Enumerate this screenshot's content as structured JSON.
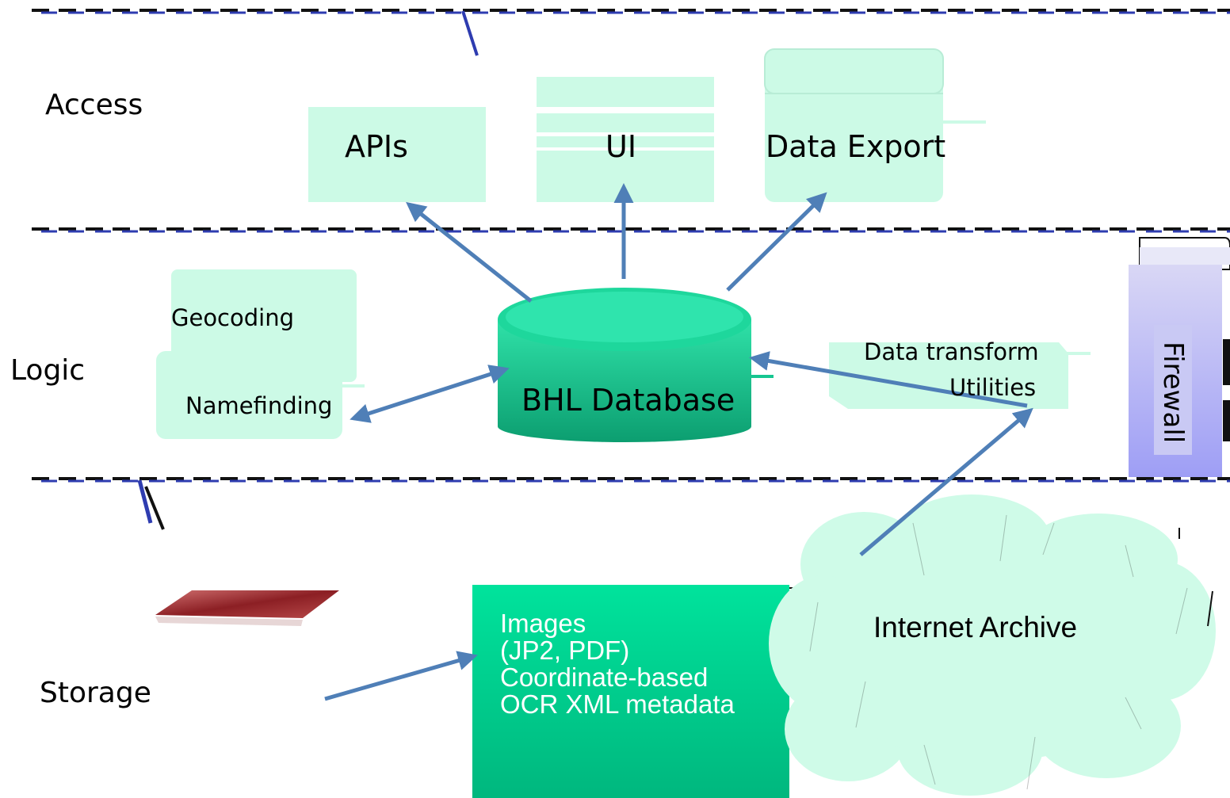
{
  "layers": {
    "access": "Access",
    "logic": "Logic",
    "storage": "Storage"
  },
  "access_components": {
    "apis": "APIs",
    "ui": "UI",
    "data_export": "Data Export"
  },
  "logic_components": {
    "geocoding": "Geocoding",
    "namefinding": "Namefinding",
    "database": "BHL Database",
    "transform_line1": "Data transform",
    "transform_line2": "Utilities",
    "firewall": "Firewall"
  },
  "storage_components": {
    "files": [
      "Images",
      "(JP2, PDF)",
      "Coordinate-based",
      "OCR XML metadata"
    ],
    "internet_archive": "Internet Archive"
  },
  "colors": {
    "mint_box": "#ccfae6",
    "database": "#16c690",
    "storage_box": "#00c98c",
    "cloud": "#cffbe8",
    "arrow": "#4f7fb7",
    "firewall": "#b8b8f2",
    "dash_blue": "#2e3cb0"
  }
}
